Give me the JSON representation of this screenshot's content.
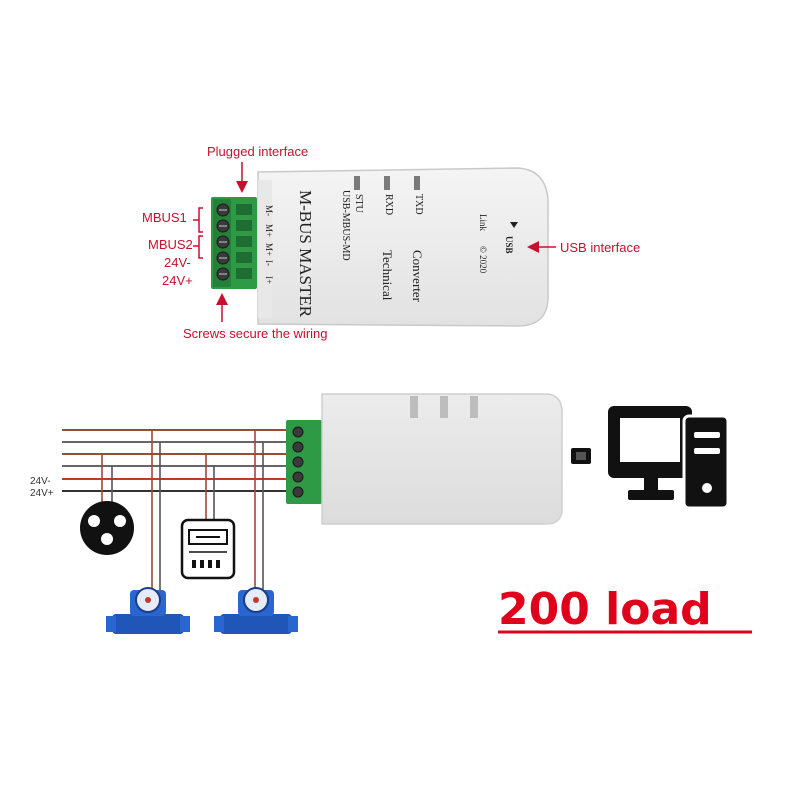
{
  "callouts": {
    "plugged_interface": "Plugged interface",
    "mbus1": "MBUS1",
    "mbus2": "MBUS2",
    "v24_minus": "24V-",
    "v24_plus": "24V+",
    "usb_interface": "USB interface",
    "screws": "Screws secure the wiring"
  },
  "device_label": {
    "title": "M-BUS MASTER",
    "model": "USB-MBUS-MD",
    "led_stu": "STU",
    "led_rxd": "RXD",
    "led_txd": "TXD",
    "technical": "Technical",
    "converter": "Converter",
    "copyright": "© 2020",
    "brand": "Link",
    "usb": "USB",
    "pins": [
      "I+",
      "I-",
      "M+",
      "M+",
      "M-"
    ]
  },
  "bus": {
    "v24_minus": "24V-",
    "v24_plus": "24V+"
  },
  "load_label": "200 load",
  "colors": {
    "callout_red": "#c8102e",
    "terminal_green": "#2e9a45",
    "load_red": "#e0001b",
    "meter_blue": "#1f56b8"
  }
}
